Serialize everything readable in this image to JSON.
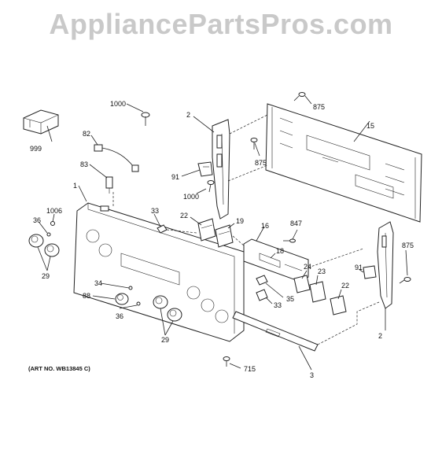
{
  "watermark": "AppliancePartsPros.com",
  "art_number": "(ART NO. WB13845 C)",
  "callouts": [
    "1000",
    "875",
    "2",
    "82",
    "15",
    "875",
    "999",
    "83",
    "91",
    "1000",
    "1",
    "1006",
    "36",
    "33",
    "22",
    "19",
    "16",
    "847",
    "875",
    "18",
    "24",
    "23",
    "91",
    "22",
    "34",
    "88",
    "36",
    "35",
    "33",
    "29",
    "29",
    "715",
    "3",
    "2"
  ]
}
